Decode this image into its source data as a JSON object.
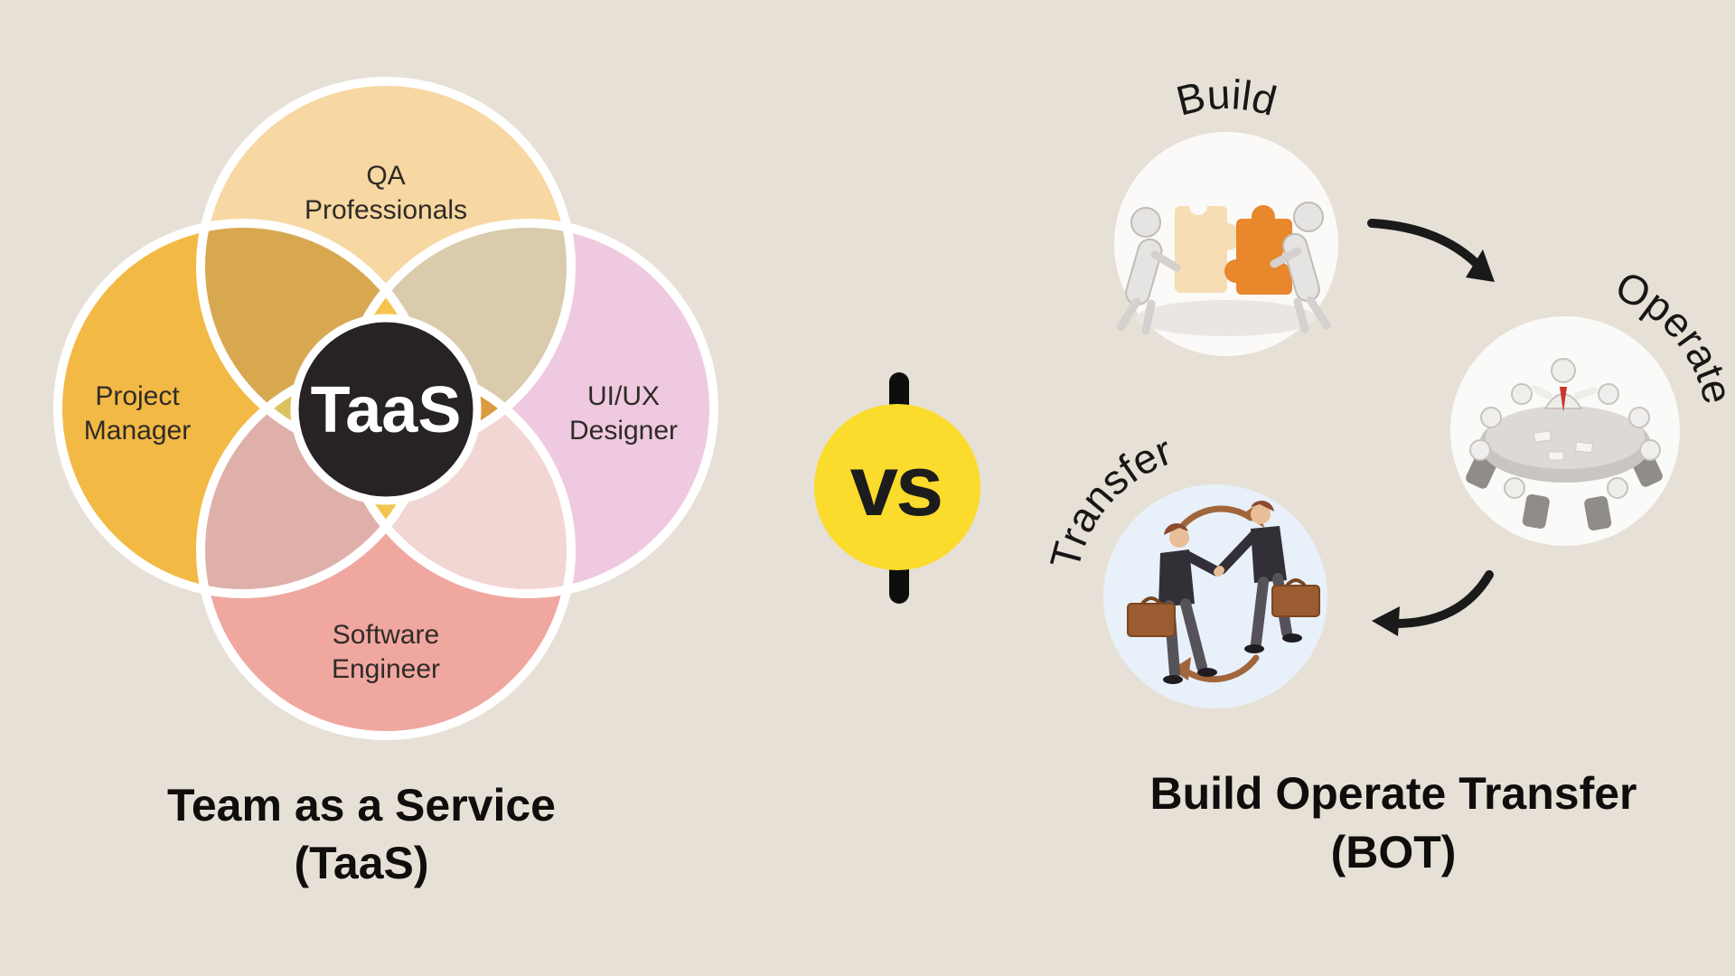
{
  "canvas": {
    "background": "#E7E0D6"
  },
  "taas": {
    "title_line1": "Team as a Service",
    "title_line2": "(TaaS)",
    "center_label": "TaaS",
    "center_color": "#272223",
    "text_color": "#2F2B28",
    "ring_color": "#FFFFFF",
    "circles": {
      "top": {
        "line1": "QA",
        "line2": "Professionals",
        "fill": "#F7D7A2"
      },
      "left": {
        "line1": "Project",
        "line2": "Manager",
        "fill": "#F3B945"
      },
      "right": {
        "line1": "UI/UX",
        "line2": "Designer",
        "fill": "#EFC9DF"
      },
      "bottom": {
        "line1": "Software",
        "line2": "Engineer",
        "fill": "#F0A7A0"
      }
    },
    "overlaps": {
      "top_left": "#D8A851",
      "top_right": "#D9CBAC",
      "bottom_left": "#DFB0AA",
      "bottom_right": "#F2D6D3",
      "vertical_lens": "#F4C54E",
      "horizontal_lens_left": "#DAC35C",
      "horizontal_lens_right": "#DC9A3E"
    }
  },
  "vs": {
    "label": "vs",
    "circle_color": "#FBDB2B",
    "bar_color": "#0E0E0E",
    "text_color": "#1C1C1C"
  },
  "bot": {
    "title_line1": "Build Operate Transfer",
    "title_line2": "(BOT)",
    "arrow_color": "#1A1A1A",
    "steps": {
      "build": {
        "label": "Build",
        "circle_color": "#FBFAF8",
        "puzzle_left_color": "#F6DDB4",
        "puzzle_right_color": "#E8872B"
      },
      "operate": {
        "label": "Operate",
        "circle_color": "#FAFAF8",
        "table_color": "#C9C6C2",
        "tie_color": "#C8352B"
      },
      "transfer": {
        "label": "Transfer",
        "circle_color": "#E8F0F9",
        "suit_color": "#332F36",
        "briefcase_color": "#9A5C30",
        "cycle_arrow_color": "#A2663C"
      }
    }
  }
}
